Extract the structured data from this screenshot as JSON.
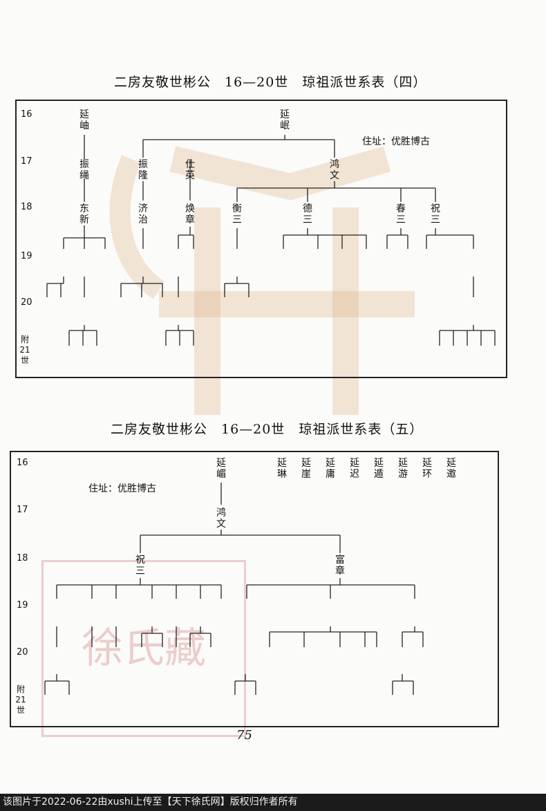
{
  "table4": {
    "title": "二房友敬世彬公　16—20世　琼祖派世系表（四）",
    "residence": "住址：优胜博古",
    "generations": [
      "16",
      "17",
      "18",
      "19",
      "20",
      "附\n21\n世"
    ]
  },
  "table5": {
    "title": "二房友敬世彬公　16—20世　琼祖派世系表（五）",
    "residence": "住址：优胜博古",
    "generations": [
      "16",
      "17",
      "18",
      "19",
      "20",
      "附\n21\n世"
    ]
  },
  "page_number": "75",
  "watermark_seal": "徐氏藏",
  "footer": "该图片于2022-06-22由xushi上传至【天下徐氏网】版权归作者所有"
}
